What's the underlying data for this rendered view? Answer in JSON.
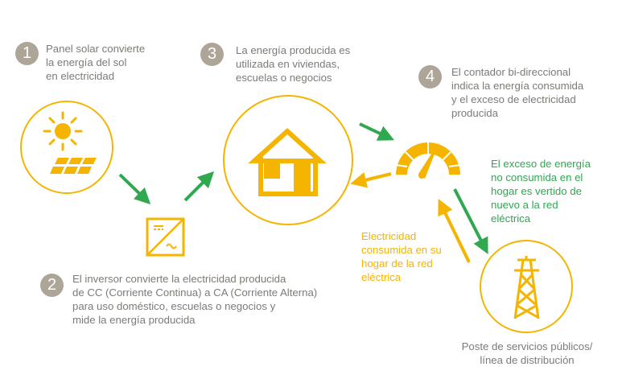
{
  "colors": {
    "orange": "#f4b400",
    "green": "#2fa84f",
    "badge": "#ada698",
    "text": "#7e7b76"
  },
  "steps": [
    {
      "num": "1",
      "lines": [
        "Panel solar convierte",
        "la energía del sol",
        "en electricidad"
      ]
    },
    {
      "num": "2",
      "lines": [
        "El inversor convierte la electricidad producida",
        "de  CC (Corriente Continua) a CA (Corriente Alterna)",
        "para uso doméstico, escuelas o negocios y",
        "mide la energía producida"
      ]
    },
    {
      "num": "3",
      "lines": [
        "La energía producida es",
        "utilizada en viviendas,",
        "escuelas o negocios"
      ]
    },
    {
      "num": "4",
      "lines": [
        "El contador bi-direccional",
        "indica la energía consumida",
        "y el exceso de electricidad",
        "producida"
      ]
    }
  ],
  "excess_note": [
    "El exceso de energía",
    "no consumida en el",
    "hogar es vertido de",
    "nuevo a la red",
    "eléctrica"
  ],
  "consumed_note": [
    "Electricidad",
    "consumida en su",
    "hogar de la red",
    "eléctrica"
  ],
  "pole_label": [
    "Poste de servicios públicos/",
    "línea de distribución"
  ],
  "icons": [
    "sun-panel-icon",
    "inverter-icon",
    "house-icon",
    "meter-icon",
    "power-pole-icon"
  ]
}
